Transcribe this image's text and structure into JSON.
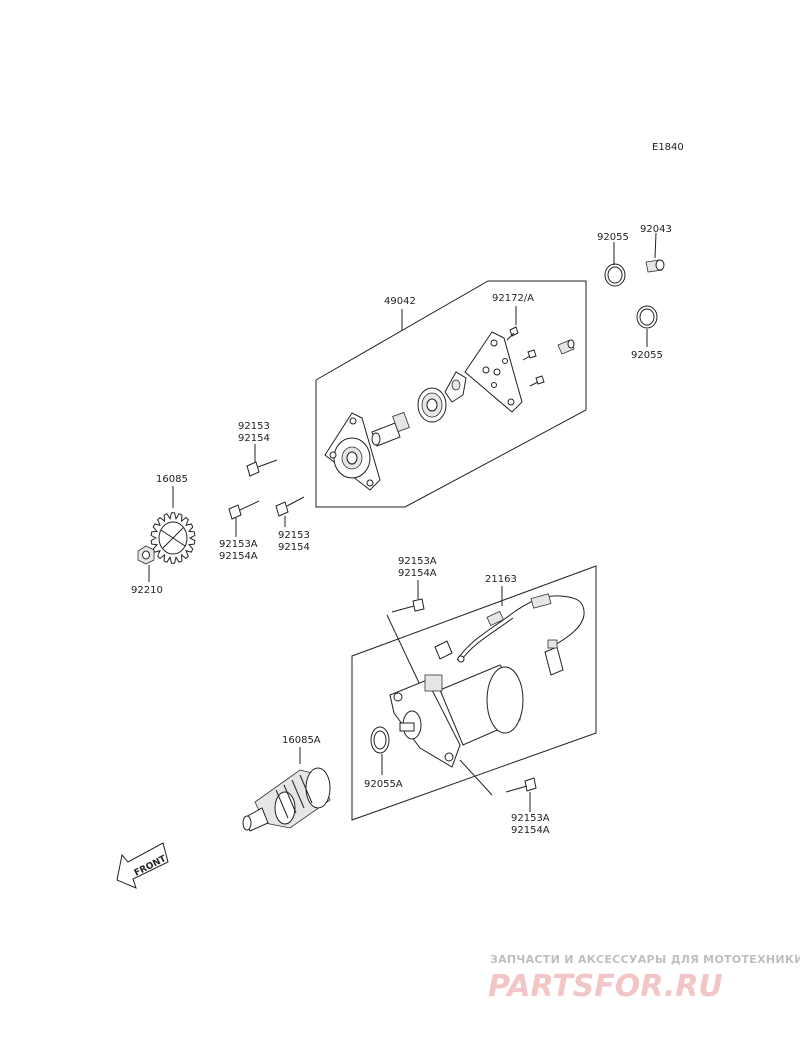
{
  "diagram_code": "E1840",
  "labels": {
    "p92055_top": "92055",
    "p92043": "92043",
    "p92055_bottom": "92055",
    "p49042": "49042",
    "p92172": "92172/A",
    "p92153_a": "92153",
    "p92154_a": "92154",
    "p16085": "16085",
    "p92153A_a": "92153A",
    "p92154A_a": "92154A",
    "p92153_b": "92153",
    "p92154_b": "92154",
    "p92210": "92210",
    "p92153A_b": "92153A",
    "p92154A_b": "92154A",
    "p21163": "21163",
    "p16085A": "16085A",
    "p92055A": "92055A",
    "p92153A_c": "92153A",
    "p92154A_c": "92154A"
  },
  "front_label": "FRONT",
  "watermark": {
    "tagline": "ЗАПЧАСТИ И АКСЕССУАРЫ ДЛЯ МОТОТЕХНИКИ",
    "logo": "PARTSFOR.RU"
  }
}
